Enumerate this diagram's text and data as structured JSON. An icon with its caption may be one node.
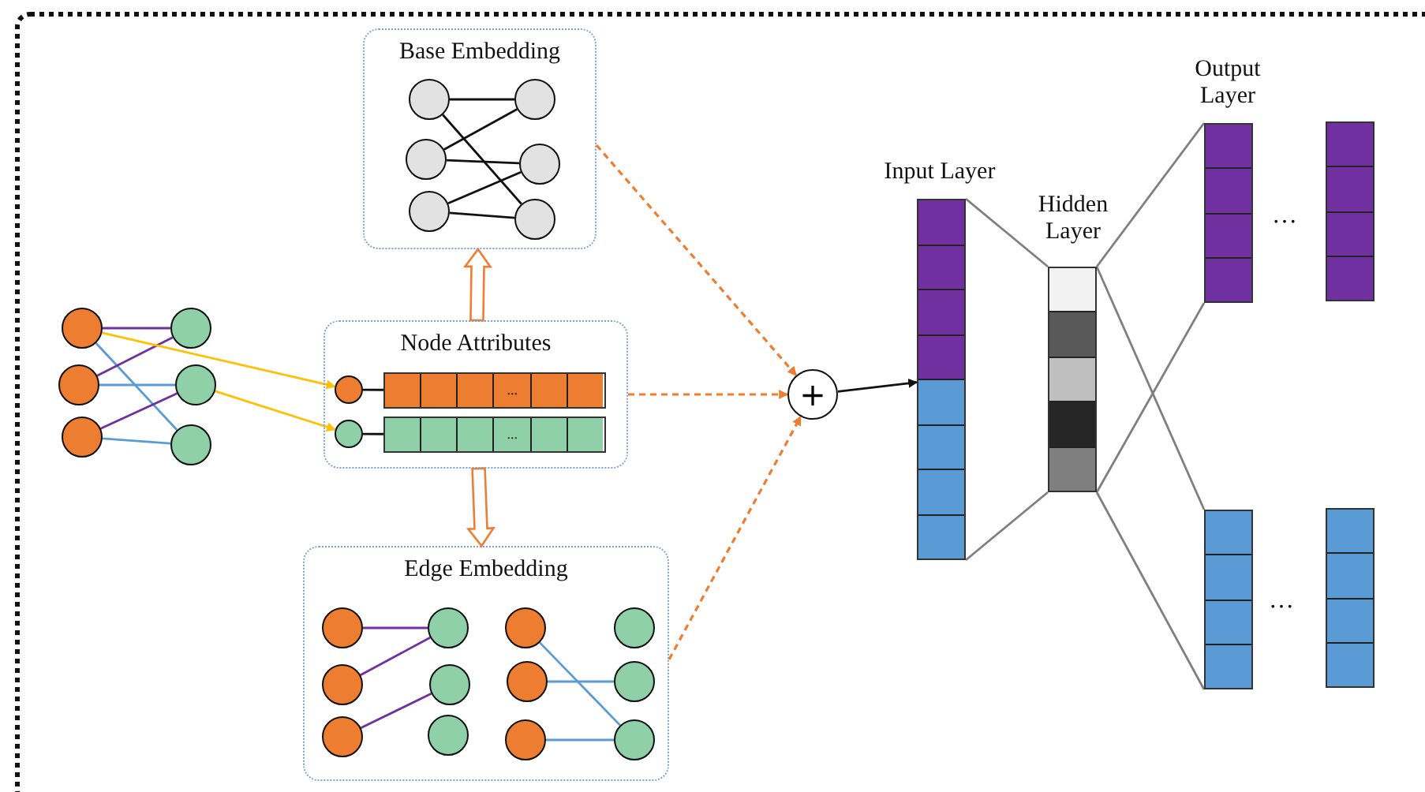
{
  "diagram": {
    "nodes": [
      {
        "text": [
          "Base Embedding"
        ]
      },
      {
        "text": [],
        "shape": "circle",
        "in": 0
      },
      {
        "text": [],
        "shape": "circle",
        "in": 0
      },
      {
        "text": [],
        "shape": "circle",
        "in": 0
      },
      {
        "text": [],
        "shape": "circle",
        "in": 0
      },
      {
        "text": [],
        "shape": "circle",
        "in": 0
      },
      {
        "text": [],
        "shape": "circle",
        "in": 0
      },
      {
        "text": [],
        "shape": "circle"
      },
      {
        "text": [],
        "shape": "circle"
      },
      {
        "text": [],
        "shape": "circle"
      },
      {
        "text": [],
        "shape": "circle"
      },
      {
        "text": [],
        "shape": "circle"
      },
      {
        "text": [],
        "shape": "circle"
      },
      {
        "text": [
          "Node Attributes"
        ]
      },
      {
        "text": [],
        "shape": "circle",
        "in": 13
      },
      {
        "text": [
          "..."
        ],
        "in": 13
      },
      {
        "text": [],
        "shape": "circle",
        "in": 13
      },
      {
        "text": [
          "..."
        ],
        "in": 13
      },
      {
        "text": [
          "Edge Embedding"
        ]
      },
      {
        "text": [],
        "shape": "circle",
        "in": 18
      },
      {
        "text": [],
        "shape": "circle",
        "in": 18
      },
      {
        "text": [],
        "shape": "circle",
        "in": 18
      },
      {
        "text": [],
        "shape": "circle",
        "in": 18
      },
      {
        "text": [],
        "shape": "circle",
        "in": 18
      },
      {
        "text": [],
        "shape": "circle",
        "in": 18
      },
      {
        "text": [],
        "shape": "circle",
        "in": 18
      },
      {
        "text": [],
        "shape": "circle",
        "in": 18
      },
      {
        "text": [],
        "shape": "circle",
        "in": 18
      },
      {
        "text": [],
        "shape": "circle",
        "in": 18
      },
      {
        "text": [],
        "shape": "circle",
        "in": 18
      },
      {
        "text": [],
        "shape": "circle",
        "in": 18
      },
      {
        "text": [
          "+"
        ]
      },
      {
        "text": [
          "Input Layer"
        ]
      },
      {
        "text": [
          "Hidden Layer"
        ]
      },
      {
        "text": [
          "Output Layer"
        ]
      },
      {
        "text": [],
        "shape": "bar"
      },
      {
        "text": [],
        "shape": "bar"
      },
      {
        "text": [],
        "shape": "bar"
      }
    ],
    "edges": [
      {
        "from": 1,
        "to": 4,
        "arrow": "none"
      },
      {
        "from": 1,
        "to": 6,
        "arrow": "none"
      },
      {
        "from": 2,
        "to": 4,
        "arrow": "none"
      },
      {
        "from": 2,
        "to": 5,
        "arrow": "none"
      },
      {
        "from": 3,
        "to": 5,
        "arrow": "none"
      },
      {
        "from": 3,
        "to": 6,
        "arrow": "none"
      },
      {
        "from": 7,
        "to": 10,
        "arrow": "none",
        "color": "#7030a0"
      },
      {
        "from": 7,
        "to": 12,
        "arrow": "none",
        "color": "#5b9bd5"
      },
      {
        "from": 8,
        "to": 10,
        "arrow": "none",
        "color": "#7030a0"
      },
      {
        "from": 8,
        "to": 11,
        "arrow": "none",
        "color": "#5b9bd5"
      },
      {
        "from": 9,
        "to": 11,
        "arrow": "none",
        "color": "#7030a0"
      },
      {
        "from": 9,
        "to": 12,
        "arrow": "none",
        "color": "#5b9bd5"
      },
      {
        "from": 7,
        "to": 14,
        "arrow": "to",
        "color": "#ffc000"
      },
      {
        "from": 11,
        "to": 16,
        "arrow": "to",
        "color": "#ffc000"
      },
      {
        "from": 14,
        "to": 15,
        "arrow": "none"
      },
      {
        "from": 16,
        "to": 17,
        "arrow": "none"
      },
      {
        "from": 13,
        "to": 0,
        "arrow": "to",
        "style": "thick",
        "color": "#ed7d31"
      },
      {
        "from": 13,
        "to": 18,
        "arrow": "to",
        "style": "thick",
        "color": "#ed7d31"
      },
      {
        "from": 0,
        "to": 31,
        "arrow": "to",
        "style": "dashed",
        "color": "#ed7d31"
      },
      {
        "from": 13,
        "to": 31,
        "arrow": "to",
        "style": "dashed",
        "color": "#ed7d31"
      },
      {
        "from": 18,
        "to": 31,
        "arrow": "to",
        "style": "dashed",
        "color": "#ed7d31"
      },
      {
        "from": 31,
        "to": 32,
        "arrow": "to"
      },
      {
        "from": 19,
        "to": 22,
        "arrow": "none",
        "color": "#7030a0"
      },
      {
        "from": 20,
        "to": 22,
        "arrow": "none",
        "color": "#7030a0"
      },
      {
        "from": 21,
        "to": 23,
        "arrow": "none",
        "color": "#7030a0"
      },
      {
        "from": 25,
        "to": 30,
        "arrow": "none",
        "color": "#5b9bd5"
      },
      {
        "from": 26,
        "to": 29,
        "arrow": "none",
        "color": "#5b9bd5"
      },
      {
        "from": 27,
        "to": 30,
        "arrow": "none",
        "color": "#5b9bd5"
      },
      {
        "from": 32,
        "to": 33,
        "arrow": "none",
        "color": "#7f7f7f"
      },
      {
        "from": 32,
        "to": 33,
        "arrow": "none",
        "color": "#7f7f7f"
      },
      {
        "from": 33,
        "to": 34,
        "arrow": "none",
        "color": "#7f7f7f"
      },
      {
        "from": 33,
        "to": 34,
        "arrow": "none",
        "color": "#7f7f7f"
      },
      {
        "from": 33,
        "to": 36,
        "arrow": "none",
        "color": "#7f7f7f"
      },
      {
        "from": 33,
        "to": 36,
        "arrow": "none",
        "color": "#7f7f7f"
      }
    ],
    "labels": [
      "…",
      "…"
    ]
  }
}
